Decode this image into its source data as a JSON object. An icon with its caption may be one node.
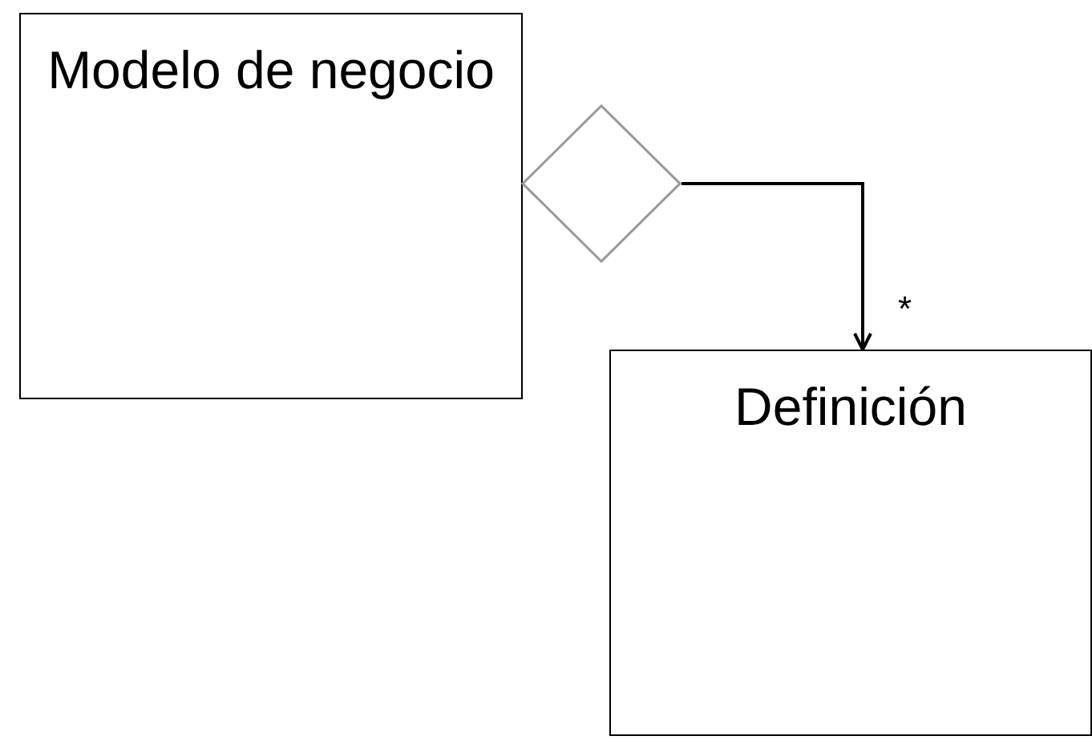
{
  "diagram": {
    "nodes": [
      {
        "text": [
          "Modelo de negocio"
        ]
      },
      {
        "text": [
          "Definición"
        ]
      },
      {
        "text": [],
        "shape": "diamond"
      }
    ],
    "edges": [
      {
        "from": 2,
        "to": 1,
        "arrow": "to",
        "label": "*"
      }
    ]
  }
}
